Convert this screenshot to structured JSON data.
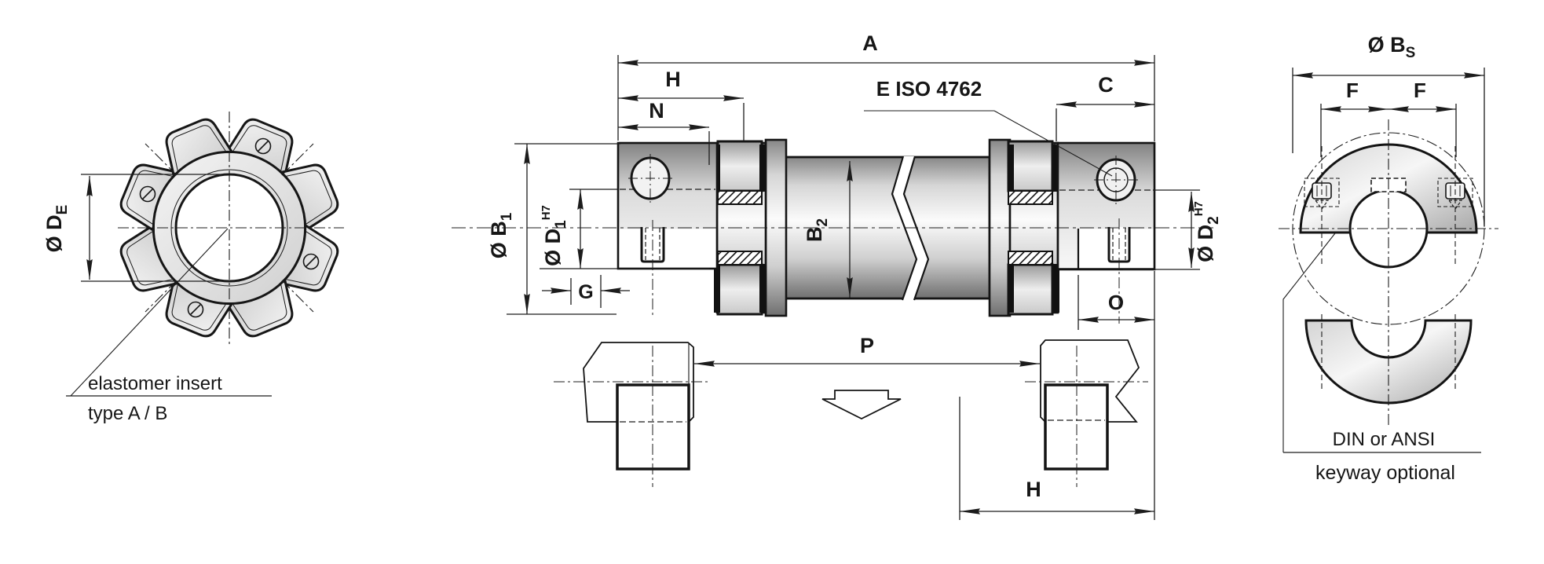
{
  "drawing": {
    "spider_view": {
      "dim_de": {
        "prefix": "Ø D",
        "sub": "E"
      },
      "note_line1": "elastomer insert",
      "note_line2": "type A / B"
    },
    "section_view": {
      "dim_a": "A",
      "dim_h_top": "H",
      "dim_n": "N",
      "dim_c": "C",
      "screw_note": "E ISO 4762",
      "dim_b1": {
        "prefix": "Ø B",
        "sub": "1"
      },
      "dim_d1": {
        "prefix": "Ø D",
        "sub": "1",
        "sup": "H7"
      },
      "dim_b2": {
        "prefix": "B",
        "sub": "2"
      },
      "dim_d2": {
        "prefix": "Ø D",
        "sub": "2",
        "sup": "H7"
      },
      "dim_g": "G",
      "dim_o": "O",
      "dim_p": "P",
      "dim_h_bottom": "H"
    },
    "front_view": {
      "dim_bs": {
        "prefix": "Ø B",
        "sub": "S"
      },
      "dim_f_left": "F",
      "dim_f_right": "F",
      "note_line1": "DIN or ANSI",
      "note_line2": "keyway optional"
    },
    "colors": {
      "line": "#1c1c1c",
      "background": "#ffffff"
    }
  }
}
